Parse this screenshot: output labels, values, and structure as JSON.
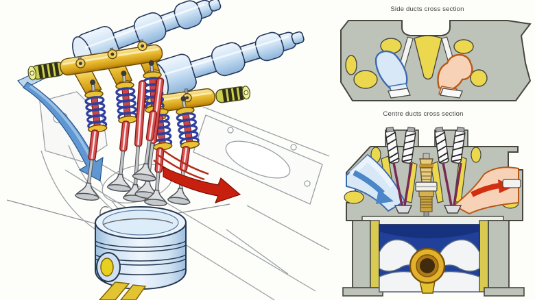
{
  "illustration": {
    "background": "#fdfdfa",
    "subject": "dohc-engine-valvetrain-cutaway-with-duct-cross-sections",
    "panels": {
      "main": {
        "components": [
          "camshaft-rear",
          "camshaft-front",
          "rocker-shaft-assembly-1",
          "rocker-shaft-assembly-2",
          "valve-lash-adjuster",
          "valve-springs",
          "valves",
          "intake-flow-arrow",
          "exhaust-flow-arrow",
          "engine-block-sketch",
          "piston",
          "connecting-rod"
        ]
      },
      "side_section": {
        "caption": "Side ducts cross section"
      },
      "centre_section": {
        "caption": "Centre ducts cross section"
      }
    },
    "palette": {
      "steel_blue": "#cfe3f5",
      "outline_navy": "#23365a",
      "rocker_gold": "#ecc23a",
      "adjuster_green": "#ccd04a",
      "spring_blue": "#2e3f9e",
      "valve_stem_red": "#d85050",
      "intake_blue": "#5e97d2",
      "exhaust_red": "#c8200e",
      "head_gray": "#bec3ba",
      "passage_yellow": "#ecd84e",
      "duct_blue_fill": "#d9e8f6",
      "duct_orange_fill": "#f7d2b6",
      "cylinder_navy": "#20409a",
      "conrod_yellow": "#e2c432",
      "piston_blue": "#eef5fc"
    }
  }
}
